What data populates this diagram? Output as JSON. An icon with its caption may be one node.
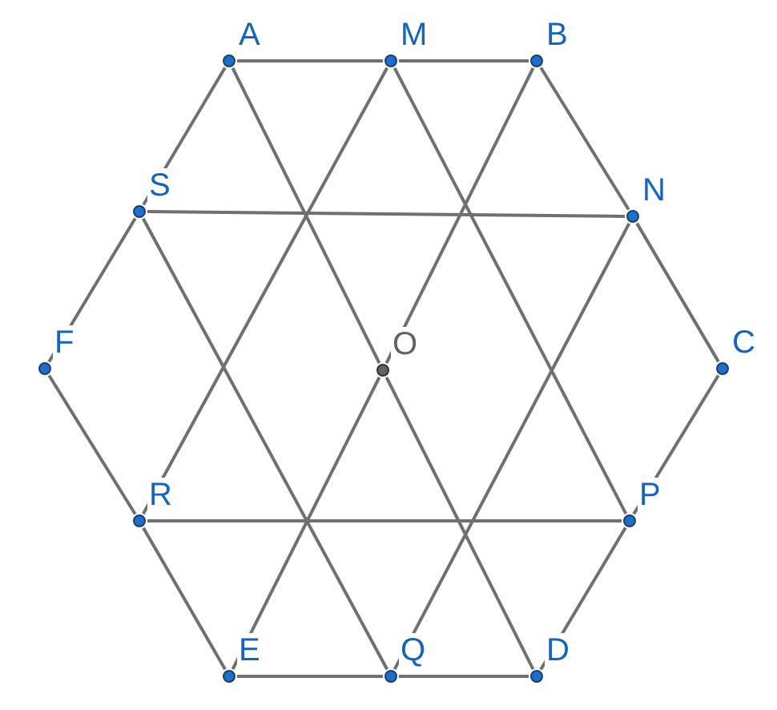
{
  "diagram": {
    "nodes": [
      {
        "text": [
          "A"
        ]
      },
      {
        "text": [
          "M"
        ]
      },
      {
        "text": [
          "B"
        ]
      },
      {
        "text": [
          "S"
        ]
      },
      {
        "text": [
          "N"
        ]
      },
      {
        "text": [
          "F"
        ]
      },
      {
        "text": [
          "O"
        ]
      },
      {
        "text": [
          "C"
        ]
      },
      {
        "text": [
          "R"
        ]
      },
      {
        "text": [
          "P"
        ]
      },
      {
        "text": [
          "E"
        ]
      },
      {
        "text": [
          "Q"
        ]
      },
      {
        "text": [
          "D"
        ]
      }
    ],
    "edges": [
      {
        "from": 0,
        "to": 1,
        "arrow": "none"
      },
      {
        "from": 1,
        "to": 2,
        "arrow": "none"
      },
      {
        "from": 2,
        "to": 4,
        "arrow": "none"
      },
      {
        "from": 4,
        "to": 7,
        "arrow": "none"
      },
      {
        "from": 7,
        "to": 9,
        "arrow": "none"
      },
      {
        "from": 9,
        "to": 12,
        "arrow": "none"
      },
      {
        "from": 12,
        "to": 11,
        "arrow": "none"
      },
      {
        "from": 11,
        "to": 10,
        "arrow": "none"
      },
      {
        "from": 10,
        "to": 8,
        "arrow": "none"
      },
      {
        "from": 8,
        "to": 5,
        "arrow": "none"
      },
      {
        "from": 5,
        "to": 3,
        "arrow": "none"
      },
      {
        "from": 3,
        "to": 0,
        "arrow": "none"
      },
      {
        "from": 3,
        "to": 4,
        "arrow": "none"
      },
      {
        "from": 8,
        "to": 9,
        "arrow": "none"
      },
      {
        "from": 0,
        "to": 6,
        "arrow": "none"
      },
      {
        "from": 6,
        "to": 12,
        "arrow": "none"
      },
      {
        "from": 2,
        "to": 6,
        "arrow": "none"
      },
      {
        "from": 6,
        "to": 10,
        "arrow": "none"
      },
      {
        "from": 1,
        "to": 8,
        "arrow": "none"
      },
      {
        "from": 1,
        "to": 9,
        "arrow": "none"
      },
      {
        "from": 3,
        "to": 11,
        "arrow": "none"
      },
      {
        "from": 4,
        "to": 11,
        "arrow": "none"
      }
    ]
  }
}
